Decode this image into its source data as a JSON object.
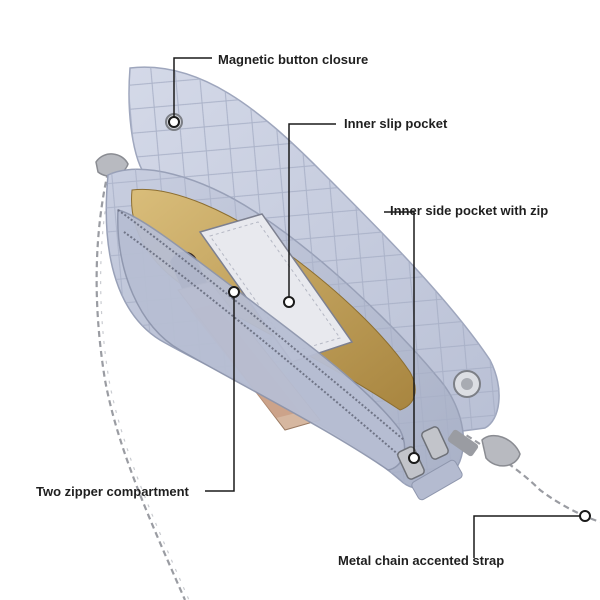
{
  "image": {
    "subject": "quilted lavender crossbody bag with open flap and silver chain strap",
    "colors": {
      "bag": "#c9cfe0",
      "bag_shade": "#aab2c8",
      "lining": "#c9a862",
      "chain": "#9a9ca2",
      "callout_line": "#1a1a1a",
      "background": "#ffffff"
    }
  },
  "callouts": {
    "magnetic_closure": "Magnetic button closure",
    "inner_slip_pocket": "Inner slip pocket",
    "inner_side_pocket": "Inner side pocket with zip",
    "zipper_compartment": "Two zipper compartment",
    "chain_strap": "Metal chain accented strap"
  }
}
